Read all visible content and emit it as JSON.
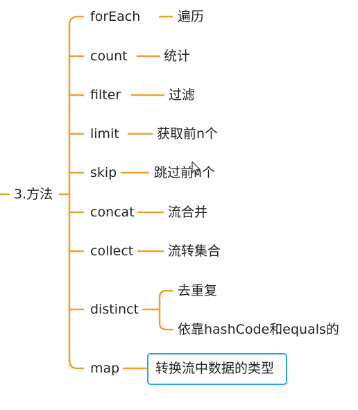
{
  "diagram": {
    "root": "3.方法",
    "branches": [
      {
        "method": "forEach",
        "notes": [
          "遍历"
        ]
      },
      {
        "method": "count",
        "notes": [
          "统计"
        ]
      },
      {
        "method": "filter",
        "notes": [
          "过滤"
        ]
      },
      {
        "method": "limit",
        "notes": [
          "获取前n个"
        ]
      },
      {
        "method": "skip",
        "notes": [
          "跳过前n个"
        ]
      },
      {
        "method": "concat",
        "notes": [
          "流合并"
        ]
      },
      {
        "method": "collect",
        "notes": [
          "流转集合"
        ]
      },
      {
        "method": "distinct",
        "notes": [
          "去重复",
          "依靠hashCode和equals的"
        ]
      },
      {
        "method": "map",
        "notes": [
          "转换流中数据的类型"
        ],
        "highlighted": true
      }
    ]
  },
  "colors": {
    "connector": "#f0a030",
    "highlight_border": "#29a3e8",
    "text": "#222222"
  },
  "icons": {
    "cursor": "mouse-pointer-icon"
  }
}
